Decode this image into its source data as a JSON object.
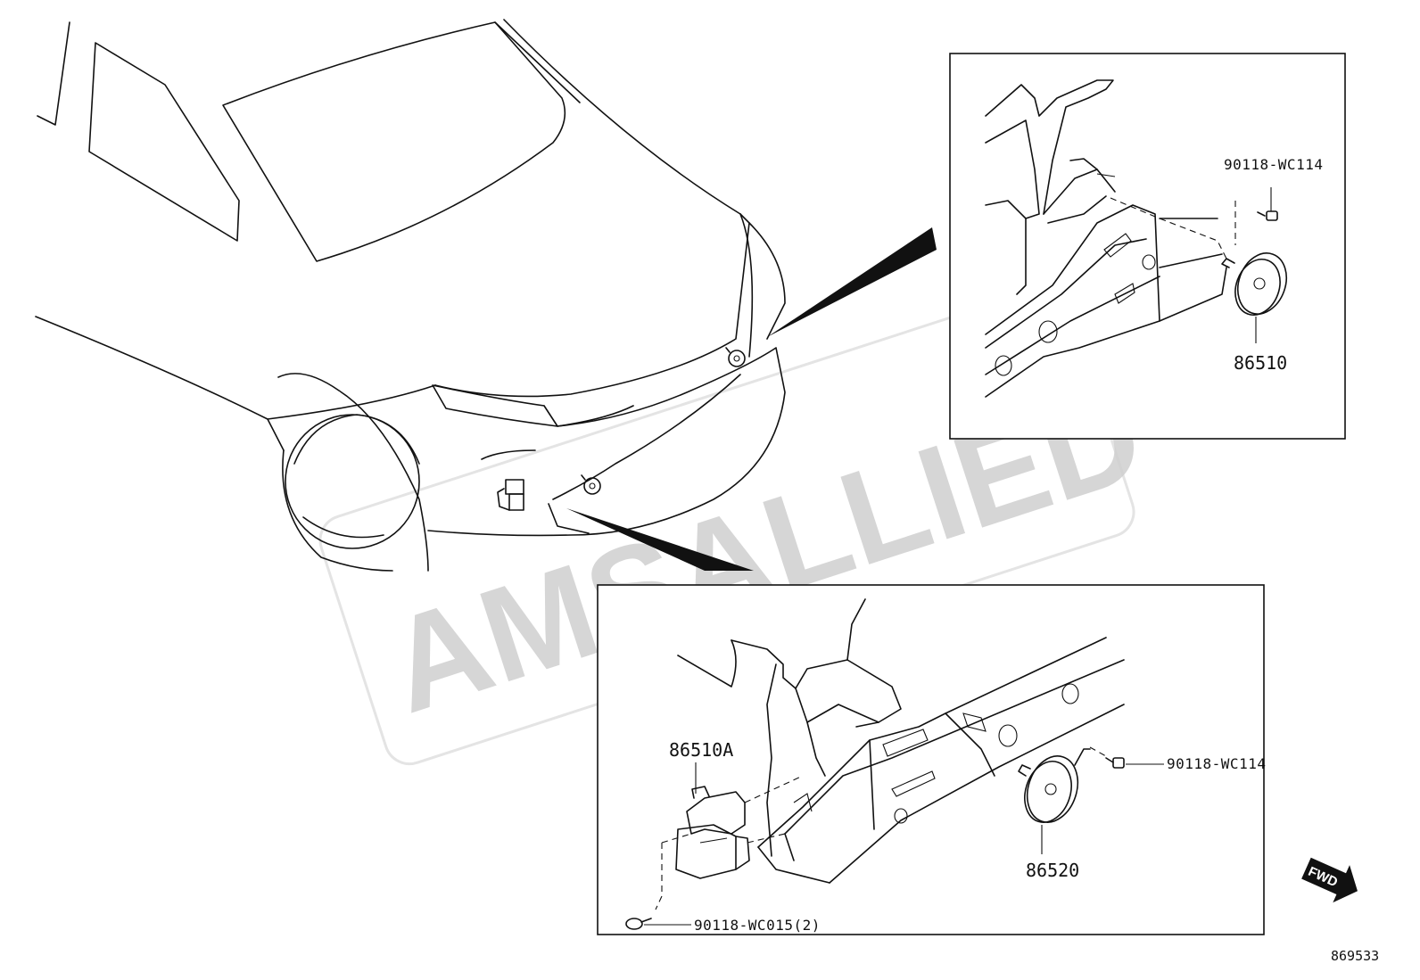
{
  "watermark": "AMSALLIED",
  "diagram_number": "869533",
  "direction_arrow": "FWD",
  "parts": {
    "upper_bolt": "90118-WC114",
    "high_pitch_horn": "86510",
    "relay_bracket": "86510A",
    "lower_bolt": "90118-WC114",
    "low_pitch_horn": "86520",
    "relay_bolt": "90118-WC015(2)"
  }
}
